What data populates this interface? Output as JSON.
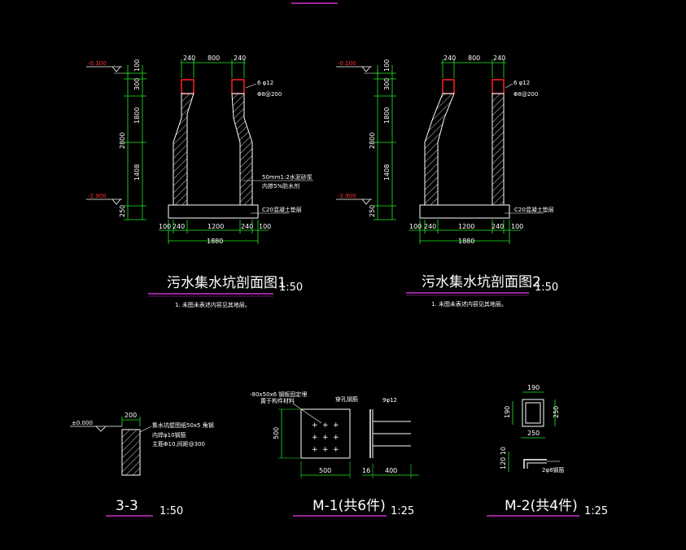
{
  "colors": {
    "background": "#000000",
    "outline": "#ffffff",
    "dimension": "#22ee22",
    "elevation": "#ff3030",
    "underline": "#cc33cc",
    "highlight": "#ff2222"
  },
  "section1": {
    "title": "污水集水坑剖面图1",
    "scale": "1:50",
    "note": "1. 未图未表述内容见其地层。",
    "elev_top": "-0.100",
    "elev_bottom": "-2.900",
    "top_dims": [
      "240",
      "800",
      "240"
    ],
    "left_dims": [
      "100",
      "300",
      "1800",
      "2800",
      "1408",
      "250"
    ],
    "bottom_dims": [
      "100",
      "240",
      "1200",
      "240",
      "100"
    ],
    "total_dim": "1880",
    "rebar1": "6 φ12",
    "rebar2": "Φ8@200",
    "wall_note1": "50mm1:2水泥砂浆",
    "wall_note2": "内掺5%防水剂",
    "base_note": "C20混凝土垫层"
  },
  "section2": {
    "title": "污水集水坑剖面图2",
    "scale": "1:50",
    "note": "1. 未图未表述内容见其地层。",
    "elev_top": "-0.100",
    "elev_bottom": "-2.900",
    "top_dims": [
      "240",
      "800",
      "240"
    ],
    "left_dims": [
      "100",
      "300",
      "1800",
      "2800",
      "1408",
      "250"
    ],
    "bottom_dims": [
      "100",
      "240",
      "1200",
      "240",
      "100"
    ],
    "total_dim": "1880",
    "rebar1": "6 φ12",
    "rebar2": "Φ8@200",
    "base_note": "C20混凝土垫层"
  },
  "section33": {
    "title": "3-3",
    "scale": "1:50",
    "elev": "±0.000",
    "width_dim": "200",
    "note1": "集水坑壁图纸50x5 角钢",
    "note2": "内焊φ10钢筋",
    "note3": "主筋Φ10,间距@300"
  },
  "m1": {
    "title": "M-1(共6件)",
    "scale": "1:25",
    "note1": "-80x50x6 钢板固定埋",
    "note2": "置于构件材料",
    "side_note": "穿孔钢筋",
    "rebar": "9φ12",
    "dim_w": "500",
    "dim_h": "500",
    "dim_side": "400",
    "dim_t": "16"
  },
  "m2": {
    "title": "M-2(共4件)",
    "scale": "1:25",
    "dim_top": "190",
    "dim_left": "190",
    "dim_right": "250",
    "dim_bottom": "250",
    "dim_side": "120 10",
    "note": "2φ8钢筋"
  }
}
